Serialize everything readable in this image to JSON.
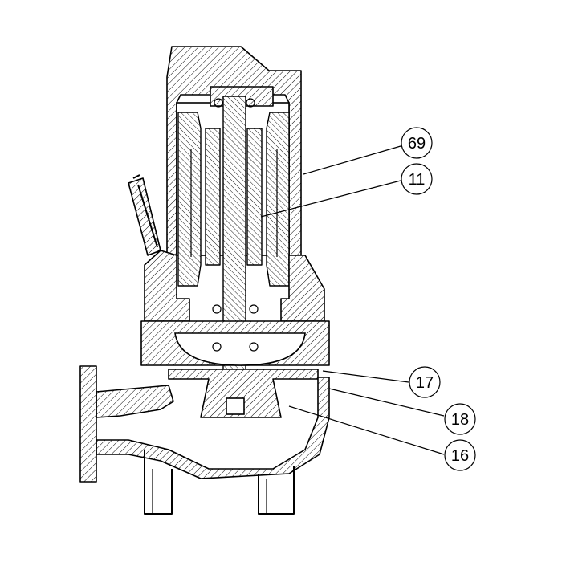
{
  "callouts": [
    {
      "id": "69",
      "label": "69"
    },
    {
      "id": "11",
      "label": "11"
    },
    {
      "id": "17",
      "label": "17"
    },
    {
      "id": "18",
      "label": "18"
    },
    {
      "id": "16",
      "label": "16"
    }
  ]
}
